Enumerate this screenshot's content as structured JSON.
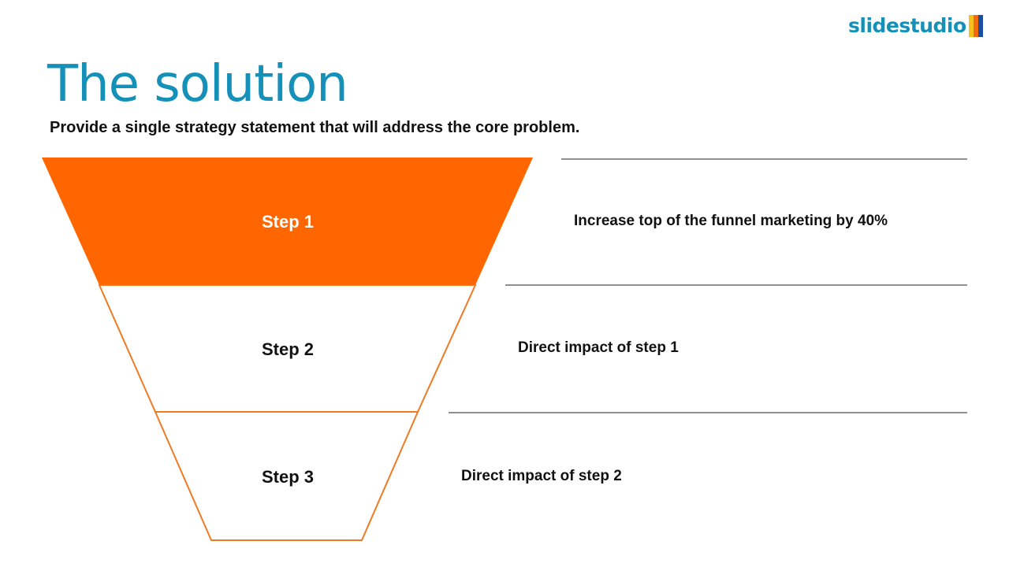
{
  "logo": {
    "text": "slidestudio",
    "colors": [
      "#f7c11c",
      "#f26a10",
      "#1b4fa0"
    ]
  },
  "title": "The solution",
  "subtitle": "Provide a single strategy statement that will address the core problem.",
  "colors": {
    "accent": "#ff6600",
    "title": "#1591b9"
  },
  "funnel": [
    {
      "label": "Step 1",
      "description": "Increase top of the funnel marketing by 40%"
    },
    {
      "label": "Step 2",
      "description": "Direct impact of step 1"
    },
    {
      "label": "Step 3",
      "description": "Direct impact of step 2"
    }
  ]
}
